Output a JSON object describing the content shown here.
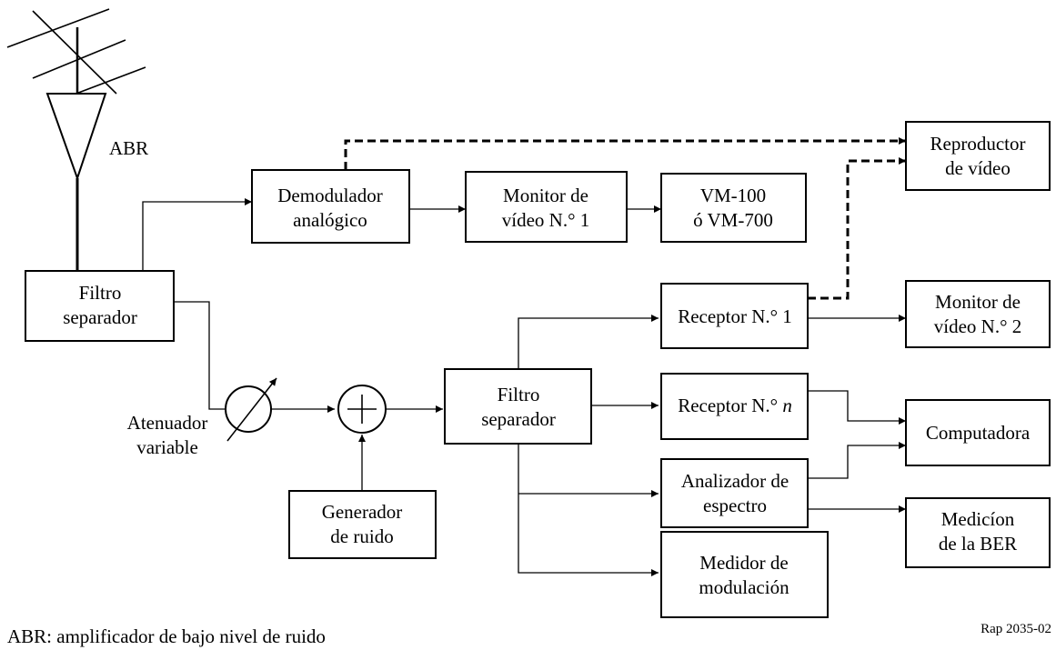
{
  "blocks": {
    "demod": [
      "Demodulador",
      "analógico"
    ],
    "monitor1": [
      "Monitor de",
      "vídeo N.° 1"
    ],
    "vm": [
      "VM-100",
      "ó VM-700"
    ],
    "reproductor": [
      "Reproductor",
      "de vídeo"
    ],
    "filtro1": [
      "Filtro",
      "separador"
    ],
    "receptor1": [
      "Receptor N.° 1"
    ],
    "monitor2": [
      "Monitor de",
      "vídeo N.° 2"
    ],
    "filtro2": [
      "Filtro",
      "separador"
    ],
    "receptorn_prefix": "Receptor N.° ",
    "receptorn_n": "n",
    "computadora": [
      "Computadora"
    ],
    "analizador": [
      "Analizador de",
      "espectro"
    ],
    "medicion": [
      "Medicíon",
      "de la BER"
    ],
    "generador": [
      "Generador",
      "de ruido"
    ],
    "medidor": [
      "Medidor de",
      "modulación"
    ]
  },
  "labels": {
    "abr": "ABR",
    "atenuador": [
      "Atenuador",
      "variable"
    ]
  },
  "footnote": "ABR: amplificador de bajo nivel de ruido",
  "figure_ref": "Rap 2035-02"
}
